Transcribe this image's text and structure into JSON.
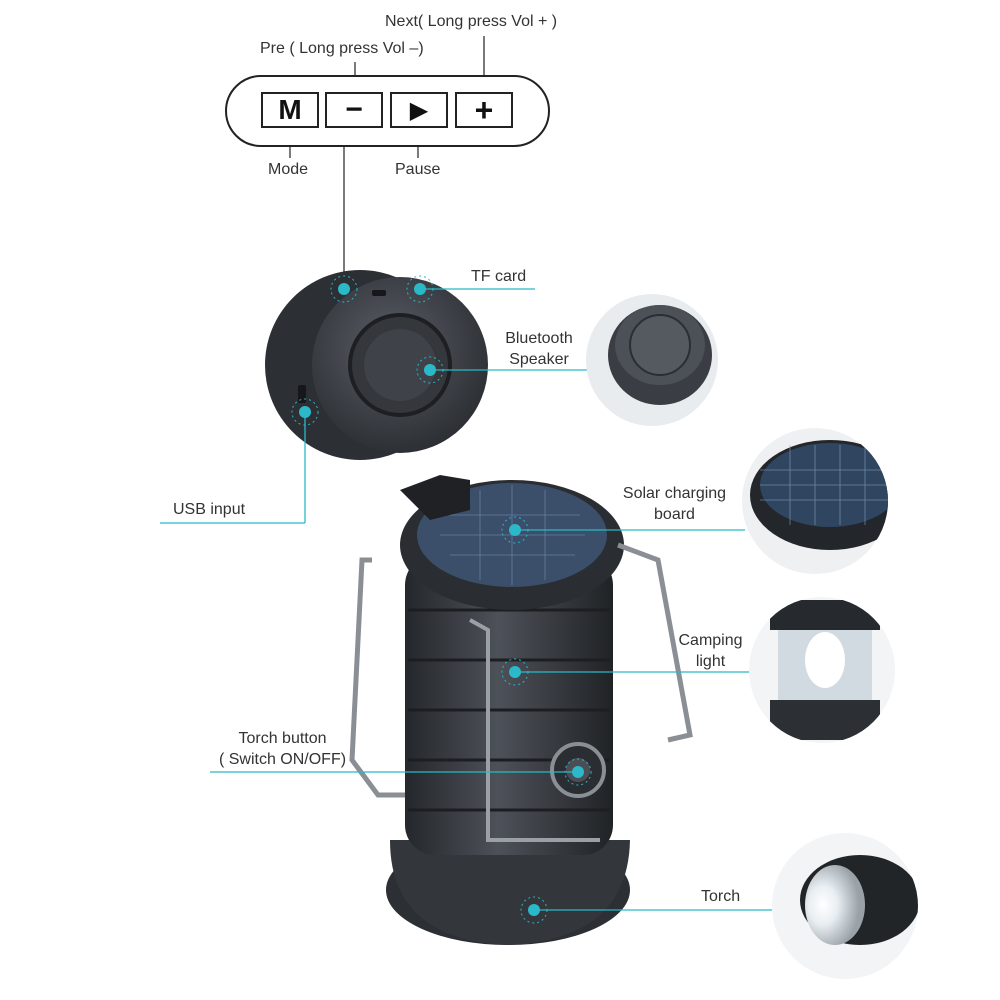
{
  "control_panel": {
    "keys": {
      "mode": "M",
      "minus": "−",
      "play": "▶",
      "plus": "+"
    },
    "labels": {
      "next": "Next( Long press Vol + )",
      "pre": "Pre  ( Long press Vol –)",
      "mode": "Mode",
      "pause": "Pause"
    }
  },
  "callouts": {
    "tf_card": "TF card",
    "bluetooth_speaker": [
      "Bluetooth",
      "Speaker"
    ],
    "usb_input": "USB input",
    "solar_board": [
      "Solar charging",
      "board"
    ],
    "camping_light": [
      "Camping",
      "light"
    ],
    "torch_button": [
      "Torch button",
      "( Switch ON/OFF)"
    ],
    "torch": "Torch"
  },
  "colors": {
    "accent": "#2bb8c8",
    "product": "#3a3d42",
    "line": "#222222"
  }
}
